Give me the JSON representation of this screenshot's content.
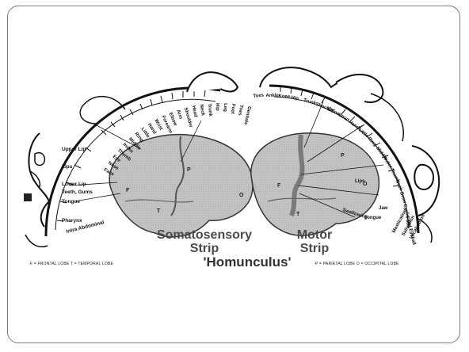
{
  "figure": {
    "title": "'Homunculus'",
    "somatosensory": {
      "line1": "Somatosensory",
      "line2": "Strip",
      "arc_labels": [
        "Genitals",
        "Toes",
        "Foot",
        "Leg",
        "Hip",
        "Trunk",
        "Neck",
        "Head",
        "Shoulder",
        "Arm",
        "Elbow",
        "Forearm",
        "Wrist",
        "Hand",
        "Little",
        "Ring",
        "Middle",
        "Index",
        "Thumb",
        "Eye",
        "Nose",
        "Face"
      ],
      "side_labels": [
        "Upper Lip",
        "Lips",
        "Lower Lip",
        "Teeth, Gums",
        "Tongue",
        "Pharynx",
        "Intra Abdominal"
      ]
    },
    "motor": {
      "line1": "Motor",
      "line2": "Strip",
      "arc_labels": [
        "Toes",
        "Ankle",
        "Knee",
        "Hip",
        "Trunk",
        "Shoulder",
        "Elbow",
        "Wrist",
        "Hand",
        "Little",
        "Ring",
        "Middle",
        "Index",
        "Thumb",
        "Neck",
        "Brow",
        "Eyelid and Eyeball",
        "Face"
      ],
      "side_labels": [
        "Lips",
        "Jaw",
        "Tongue",
        "Swallowing",
        "Mastication",
        "Salivation",
        "Vocalization"
      ]
    },
    "lobe_letters": {
      "frontal": "F",
      "parietal": "P",
      "temporal": "T",
      "occipital": "O"
    },
    "legend_left": "F = FRONTAL LOBE   T = TEMPORAL LOBE",
    "legend_right": "P = PARIETAL LOBE   O = OCCIPITAL LOBE"
  }
}
